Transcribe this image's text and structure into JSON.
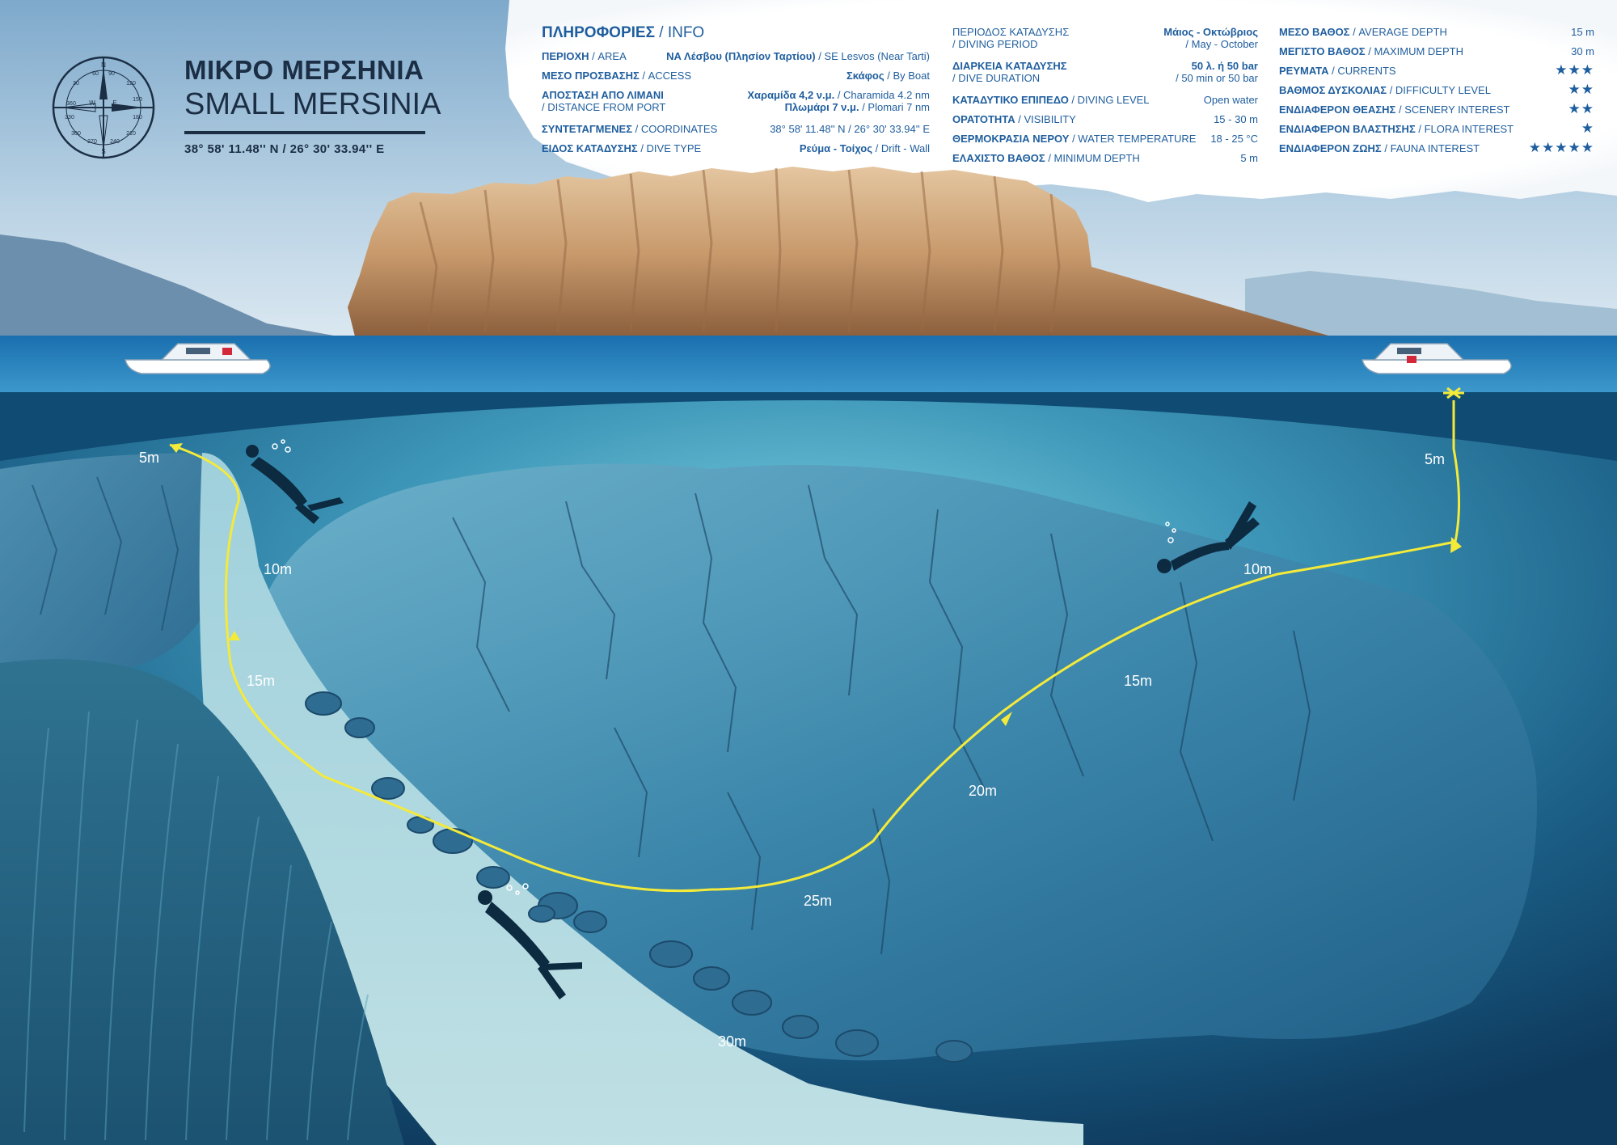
{
  "title": {
    "greek": "ΜΙΚΡΟ ΜΕΡΣΗΝΙΑ",
    "english": "SMALL MERSINIA",
    "coordinates": "38° 58' 11.48'' N / 26° 30' 33.94'' E"
  },
  "compass": {
    "labels": [
      "360",
      "30",
      "60",
      "90",
      "120",
      "150",
      "180",
      "210",
      "240",
      "270",
      "300",
      "330"
    ],
    "cardinals": [
      "N",
      "E",
      "S",
      "W"
    ]
  },
  "info_header": {
    "greek": "ΠΛΗΡΟΦΟΡΙΕΣ",
    "english": "INFO"
  },
  "info_col1": [
    {
      "key_gr": "ΠΕΡΙΟΧΗ",
      "key_en": "AREA",
      "val_gr": "ΝΑ Λέσβου (Πλησίον Ταρτίου)",
      "val_en": "SE Lesvos (Near Tarti)"
    },
    {
      "key_gr": "ΜΕΣΟ ΠΡΟΣΒΑΣΗΣ",
      "key_en": "ACCESS",
      "val_gr": "Σκάφος",
      "val_en": "By Boat"
    },
    {
      "key_gr": "ΑΠΟΣΤΑΣΗ ΑΠΟ ΛΙΜΑΝΙ",
      "key_en": "DISTANCE FROM PORT",
      "val_gr": "Χαραμίδα 4,2 ν.μ.",
      "val_en": "Charamida 4.2 nm",
      "val_gr2": "Πλωμάρι 7 ν.μ.",
      "val_en2": "Plomari 7 nm"
    },
    {
      "key_gr": "ΣΥΝΤΕΤΑΓΜΕΝΕΣ",
      "key_en": "COORDINATES",
      "val_plain": "38° 58' 11.48'' N / 26° 30' 33.94'' E"
    },
    {
      "key_gr": "ΕΙΔΟΣ ΚΑΤΑΔΥΣΗΣ",
      "key_en": "DIVE TYPE",
      "val_gr": "Ρεύμα - Τοίχος",
      "val_en": "Drift - Wall"
    }
  ],
  "info_col2": [
    {
      "key_gr": "ΠΕΡΙΟΔΟΣ ΚΑΤΑΔΥΣΗΣ",
      "key_en": "DIVING PERIOD",
      "val_gr": "Μάιος - Οκτώβριος",
      "val_en": "May - October"
    },
    {
      "key_gr": "ΔΙΑΡΚΕΙΑ ΚΑΤΑΔΥΣΗΣ",
      "key_en": "DIVE DURATION",
      "val_gr": "50 λ. ή 50 bar",
      "val_en": "50 min or 50 bar"
    },
    {
      "key_gr": "ΚΑΤΑΔΥΤΙΚΟ ΕΠΙΠΕΔΟ",
      "key_en": "DIVING LEVEL",
      "val_plain": "Open water"
    },
    {
      "key_gr": "ΟΡΑΤΟΤΗΤΑ",
      "key_en": "VISIBILITY",
      "val_plain": "15 - 30 m"
    },
    {
      "key_gr": "ΘΕΡΜΟΚΡΑΣΙΑ ΝΕΡΟΥ",
      "key_en": "WATER TEMPERATURE",
      "val_plain": "18 - 25 °C"
    },
    {
      "key_gr": "ΕΛΑΧΙΣΤΟ ΒΑΘΟΣ",
      "key_en": "MINIMUM DEPTH",
      "val_plain": "5 m"
    }
  ],
  "info_col3": [
    {
      "key_gr": "ΜΕΣΟ ΒΑΘΟΣ",
      "key_en": "AVERAGE DEPTH",
      "val_plain": "15 m"
    },
    {
      "key_gr": "ΜΕΓΙΣΤΟ ΒΑΘΟΣ",
      "key_en": "MAXIMUM DEPTH",
      "val_plain": "30 m"
    },
    {
      "key_gr": "ΡΕΥΜΑΤΑ",
      "key_en": "CURRENTS",
      "stars": 3
    },
    {
      "key_gr": "ΒΑΘΜΟΣ ΔΥΣΚΟΛΙΑΣ",
      "key_en": "DIFFICULTY LEVEL",
      "stars": 2
    },
    {
      "key_gr": "ΕΝΔΙΑΦΕΡΟΝ ΘΕΑΣΗΣ",
      "key_en": "SCENERY INTEREST",
      "stars": 2
    },
    {
      "key_gr": "ΕΝΔΙΑΦΕΡΟΝ ΒΛΑΣΤΗΣΗΣ",
      "key_en": "FLORA INTEREST",
      "stars": 1
    },
    {
      "key_gr": "ΕΝΔΙΑΦΕΡΟΝ ΖΩΗΣ",
      "key_en": "FAUNA INTEREST",
      "stars": 5
    }
  ],
  "depth_labels": {
    "left": [
      "5m",
      "10m",
      "15m"
    ],
    "right": [
      "5m",
      "10m",
      "15m",
      "20m"
    ],
    "bottom": [
      "25m",
      "30m"
    ]
  },
  "colors": {
    "sky_top": "#8fb6d4",
    "sea_surface": "#2d84bd",
    "water_deep": "#103f66",
    "rock": "#c79a6e",
    "route": "#f4ea3a",
    "text_dark": "#1b2e44",
    "text_blue": "#1f5e9e"
  }
}
